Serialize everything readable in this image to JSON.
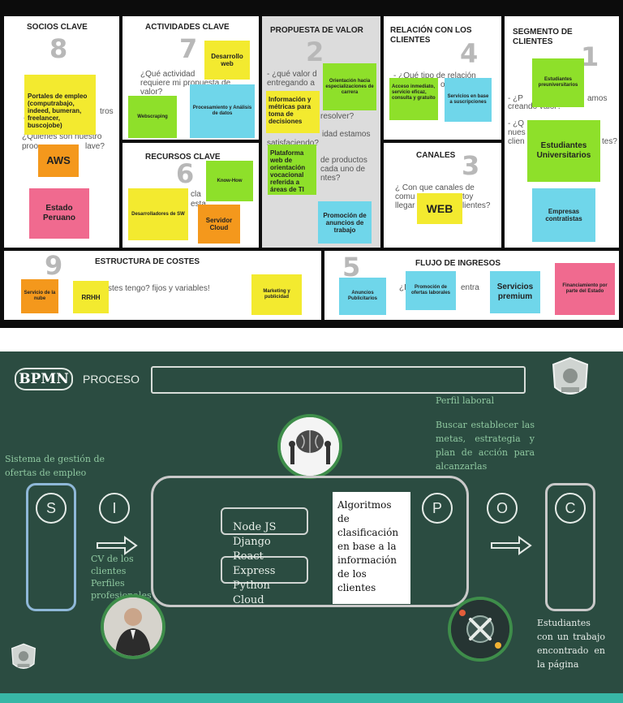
{
  "canvas": {
    "socios": {
      "title": "SOCIOS CLAVE",
      "num": "8",
      "q1": "¿",
      "q2": "tros",
      "q3": "¿Quiénes son nuestro",
      "q4": "proo",
      "q5": "lave?"
    },
    "actividades": {
      "title": "ACTIVIDADES CLAVE",
      "num": "7",
      "q": "¿Qué actividad\nrequiere mi propuesta de\nvalor?"
    },
    "recursos": {
      "title": "RECURSOS CLAVE",
      "num": "6",
      "q1": "cla",
      "q2": "esta"
    },
    "propuesta": {
      "title": "PROPUESTA DE VALOR",
      "num": "2",
      "q1": "- ¿qué valor d",
      "q2": "entregando a",
      "q3": "resolver?",
      "q4": "idad estamos",
      "q5": "satisfaciendo?",
      "q6": "de productos",
      "q7": "cada uno de",
      "q8": "ntes?"
    },
    "relacion": {
      "title": "RELACIÓN CON LOS\nCLIENTES",
      "num": "4",
      "q1": "- ¿Qué tipo de relación",
      "q2": "or"
    },
    "canales": {
      "title": "CANALES",
      "num": "3",
      "q1": "¿ Con que canales de",
      "q2": "comu",
      "q3": "stoy",
      "q4": "llegar",
      "q5": "clientes?"
    },
    "segmento": {
      "title": "SEGMENTO DE\nCLIENTES",
      "num": "1",
      "q1": "- ¿P",
      "q2": "amos",
      "q3": "creando valor?",
      "q4": "- ¿Q",
      "q5": "nues",
      "q6": "clien",
      "q7": "tes?"
    },
    "costes": {
      "title": "ESTRUCTURA DE COSTES",
      "num": "9",
      "q": "stes tengo? fijos y variables!"
    },
    "ingresos": {
      "title": "FLUJO DE INGRESOS",
      "num": "5",
      "q1": "¿D",
      "q2": "entra"
    },
    "notes": {
      "portales": "Portales de empleo (computrabajo, indeed, bumeran, freelancer, buscojobe)",
      "aws": "AWS",
      "estado": "Estado Peruano",
      "desarrollo": "Desarrollo web",
      "webscraping": "Webscraping",
      "procesamiento": "Procesamiento y Análisis de datos",
      "knowhow": "Know-How",
      "desarrolladores": "Desarrolladores de SW",
      "servidor": "Servidor Cloud",
      "orientacion": "Orientación hacia especializaciones de carrera",
      "informacion": "Información y métricas para toma de decisiones",
      "plataforma": "Plataforma web de orientación vocacional referida a áreas de TI",
      "promocion": "Promoción de anuncios de trabajo",
      "acceso": "Acceso inmediato, servicio eficaz, consulta y gratuito",
      "servicios_base": "Servicios en base a suscripciones",
      "web": "WEB",
      "estudiantes_pre": "Estudiantes preuniversitarios",
      "estudiantes_univ": "Estudiantes Universitarios",
      "empresas": "Empresas contratistas",
      "servicio_nube": "Servicio de la nube",
      "rrhh": "RRHH",
      "marketing": "Marketing y publicidad",
      "anuncios": "Anuncios Publicitarios",
      "promocion_ofertas": "Promoción de ofertas laborales",
      "servicios_premium": "Servicios premium",
      "financiamiento": "Financiamiento por parte del Estado"
    }
  },
  "board": {
    "logo": "BPMN",
    "proceso_label": "PROCESO",
    "perfil": "Perfil laboral",
    "buscar": "Buscar establecer las metas, estrategia y plan de acción para alcanzarlas",
    "sistema": "Sistema de gestión de ofertas de empleo",
    "letters": {
      "s": "S",
      "i": "I",
      "p": "P",
      "o": "O",
      "c": "C"
    },
    "tech": [
      "Node JS",
      "Django",
      "React",
      "Express",
      "Python",
      "Cloud"
    ],
    "algoritmos": "Algoritmos de clasificación en base a la información de los clientes",
    "inputs": [
      "CV de los clientes",
      "Perfiles profesionales"
    ],
    "estudiantes": "Estudiantes con un trabajo encontrado en la página"
  }
}
